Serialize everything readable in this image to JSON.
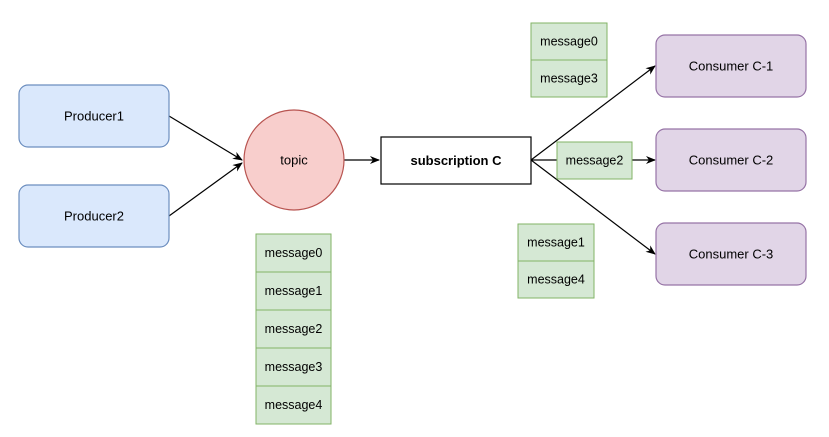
{
  "colors": {
    "producer_fill": "#dae8fc",
    "producer_stroke": "#6c8ebf",
    "topic_fill": "#f8cecc",
    "topic_stroke": "#b85450",
    "consumer_fill": "#e1d5e7",
    "consumer_stroke": "#9673a6",
    "message_fill": "#d5e8d4",
    "message_stroke": "#82b366",
    "edge": "#000000"
  },
  "producers": [
    "Producer1",
    "Producer2"
  ],
  "topic": {
    "label": "topic",
    "messages": [
      "message0",
      "message1",
      "message2",
      "message3",
      "message4"
    ]
  },
  "subscription": {
    "label": "subscription C"
  },
  "consumers": [
    {
      "label": "Consumer C-1",
      "messages": [
        "message0",
        "message3"
      ]
    },
    {
      "label": "Consumer C-2",
      "messages": [
        "message2"
      ]
    },
    {
      "label": "Consumer C-3",
      "messages": [
        "message1",
        "message4"
      ]
    }
  ]
}
